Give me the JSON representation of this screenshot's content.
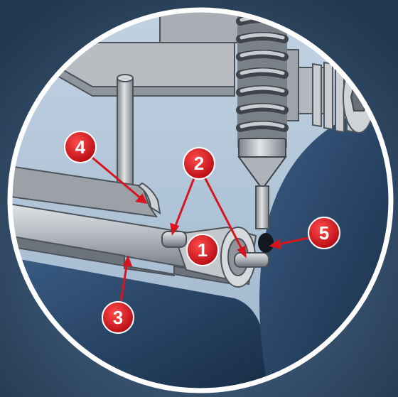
{
  "colors": {
    "background": "#2e4868",
    "circle_border": "#ffffff",
    "callout_fill": "#d7151f",
    "leader_line": "#d7151f",
    "metal_light": "#c9ccd0",
    "metal_mid": "#9a9fa6",
    "metal_dark": "#5d636b",
    "bore_background": "#a9bfd6",
    "housing_blue": "#234062"
  },
  "callouts": [
    {
      "id": "1",
      "label": "1"
    },
    {
      "id": "2",
      "label": "2"
    },
    {
      "id": "3",
      "label": "3"
    },
    {
      "id": "4",
      "label": "4"
    },
    {
      "id": "5",
      "label": "5"
    }
  ],
  "icons": [
    "hex-socket-set-screw-icon",
    "coil-spring-icon",
    "pin-icon"
  ]
}
